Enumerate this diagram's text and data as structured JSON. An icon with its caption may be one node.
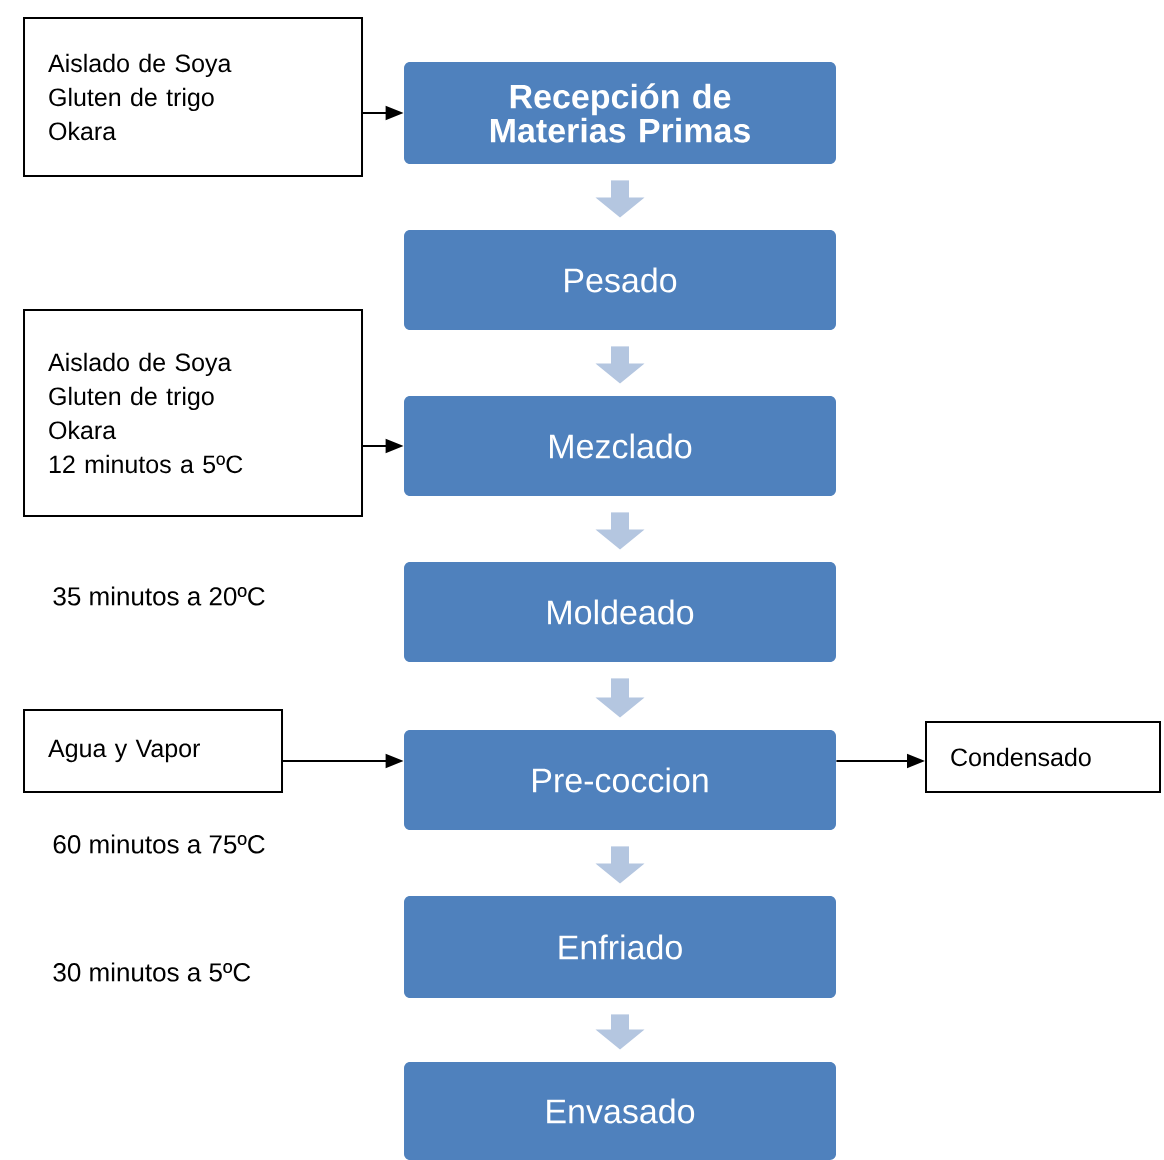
{
  "diagram": {
    "nodes": [
      {
        "text": [
          "Aislado de Soya",
          "Gluten de trigo",
          "Okara"
        ]
      },
      {
        "text": [
          "Recepción de Materias Primas"
        ]
      },
      {
        "text": [
          "Pesado"
        ]
      },
      {
        "text": [
          "Aislado de Soya",
          "Gluten de trigo",
          "Okara",
          "12 minutos a 5ºC"
        ]
      },
      {
        "text": [
          "Mezclado"
        ]
      },
      {
        "text": [
          "Moldeado"
        ]
      },
      {
        "text": [
          "Agua y Vapor"
        ]
      },
      {
        "text": [
          "Pre-coccion"
        ]
      },
      {
        "text": [
          "Condensado"
        ]
      },
      {
        "text": [
          "Enfriado"
        ]
      },
      {
        "text": [
          "Envasado"
        ]
      }
    ],
    "edges": [
      {
        "from": 0,
        "to": 1,
        "arrow": "to",
        "color": "#000000"
      },
      {
        "from": 1,
        "to": 2,
        "arrow": "to"
      },
      {
        "from": 2,
        "to": 4,
        "arrow": "to"
      },
      {
        "from": 3,
        "to": 4,
        "arrow": "to",
        "color": "#000000"
      },
      {
        "from": 4,
        "to": 5,
        "arrow": "to"
      },
      {
        "from": 5,
        "to": 7,
        "arrow": "to"
      },
      {
        "from": 6,
        "to": 7,
        "arrow": "to",
        "color": "#000000"
      },
      {
        "from": 7,
        "to": 8,
        "arrow": "to",
        "color": "#000000"
      },
      {
        "from": 7,
        "to": 9,
        "arrow": "to"
      },
      {
        "from": 9,
        "to": 10,
        "arrow": "to"
      }
    ],
    "labels": [
      "35 minutos a 20ºC",
      "60 minutos a 75ºC",
      "30 minutos a 5ºC"
    ]
  }
}
